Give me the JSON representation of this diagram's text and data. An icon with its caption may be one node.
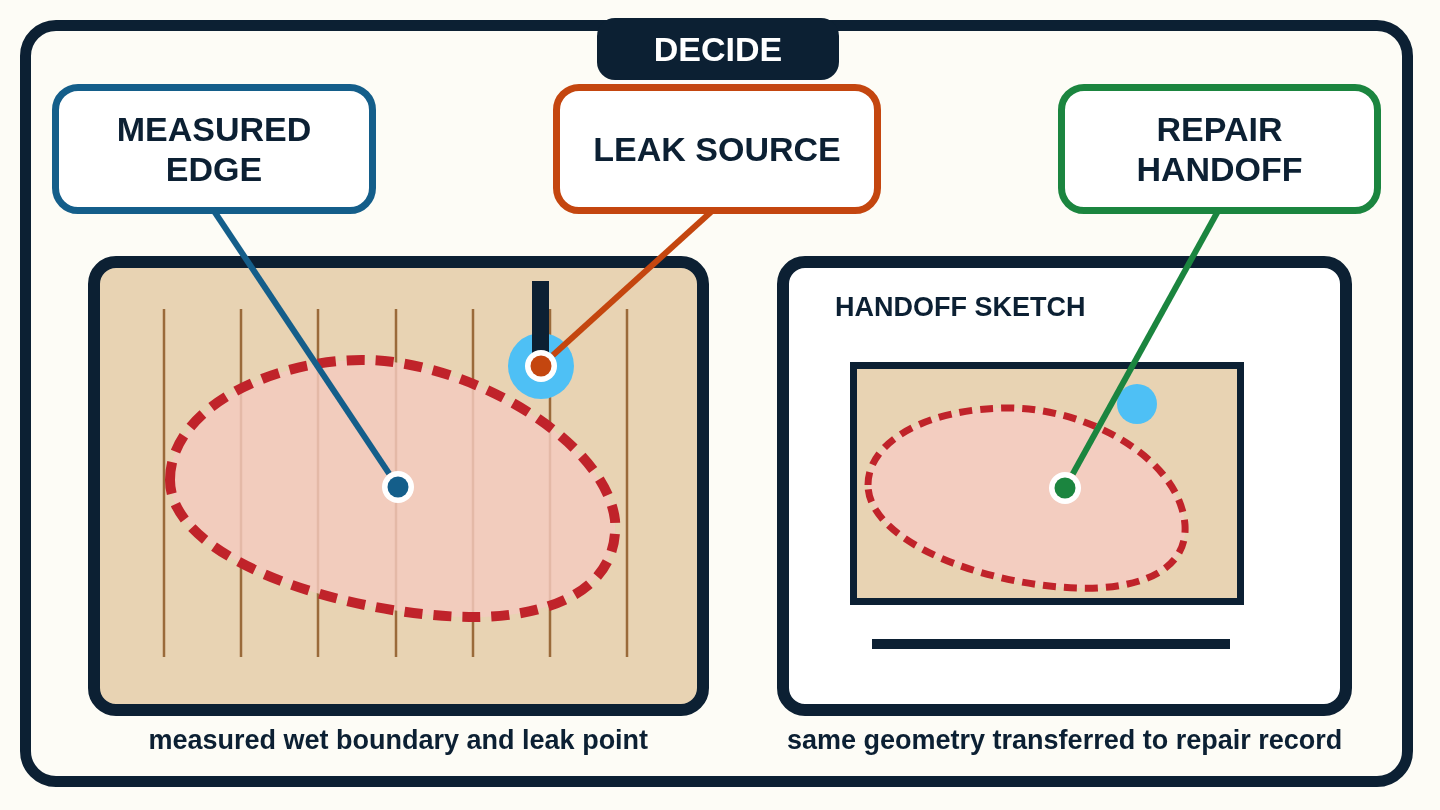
{
  "diagram": {
    "title": "DECIDE",
    "nodes": [
      {
        "text": [
          "MEASURED EDGE"
        ]
      },
      {
        "text": [
          "LEAK SOURCE"
        ]
      },
      {
        "text": [
          "REPAIR HANDOFF"
        ]
      },
      {
        "text": [],
        "shape": "box",
        "beside": [
          "measured wet boundary and leak point"
        ]
      },
      {
        "text": [
          "HANDOFF SKETCH"
        ],
        "beside": [
          "same geometry transferred to repair record"
        ]
      },
      {
        "text": [],
        "shape": "circle",
        "in": 3
      },
      {
        "text": [],
        "shape": "circle",
        "in": 3
      },
      {
        "text": [],
        "shape": "circle",
        "in": 4
      }
    ],
    "edges": [
      {
        "from": 0,
        "to": 5,
        "arrow": "none",
        "color": "#145e8a"
      },
      {
        "from": 1,
        "to": 6,
        "arrow": "none",
        "color": "#c4460f"
      },
      {
        "from": 2,
        "to": 7,
        "arrow": "none",
        "color": "#1b853f"
      }
    ]
  }
}
